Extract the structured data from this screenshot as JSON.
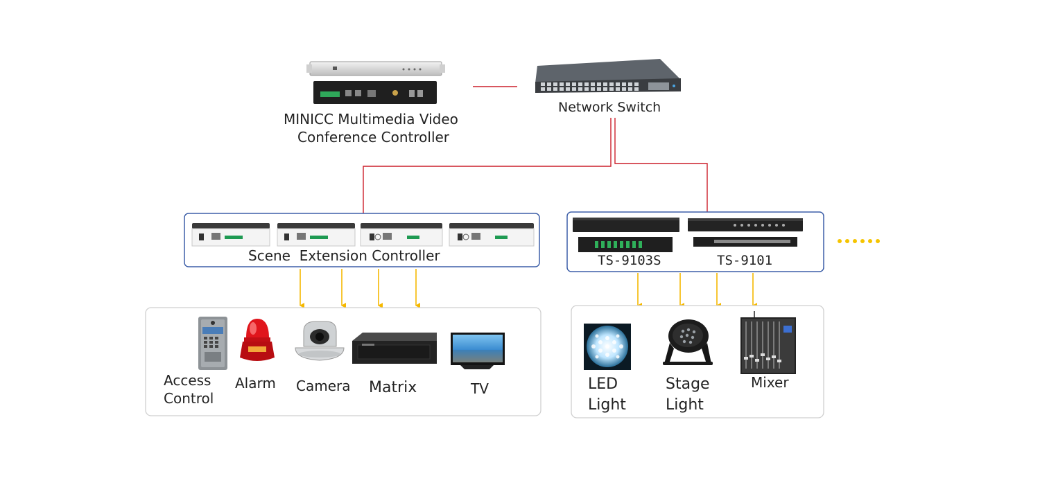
{
  "colors": {
    "connector": "#cc1f2a",
    "signal_arrow": "#f5b800",
    "group_border_blue": "#3d5fa8",
    "group_border_gray": "#cfcfcf",
    "device_dark": "#2a2a2a",
    "ellipsis": "#f5c400"
  },
  "nodes": {
    "controller": {
      "line1": "MINICC Multimedia Video",
      "line2": "Conference Controller"
    },
    "switch": {
      "label": "Network Switch"
    },
    "scene_group": {
      "label": "Scene  Extension Controller"
    },
    "ts_group": {
      "label_left": "TS-9103S",
      "label_right": "TS-9101"
    },
    "more": {
      "symbol": "••••••"
    }
  },
  "devices_left": [
    {
      "line1": "Access",
      "line2": "Control",
      "icon": "access-control-panel-icon"
    },
    {
      "line1": "Alarm",
      "icon": "alarm-beacon-icon"
    },
    {
      "line1": "Camera",
      "icon": "ptz-camera-icon"
    },
    {
      "line1": "Matrix",
      "icon": "matrix-switcher-icon"
    },
    {
      "line1": "TV",
      "icon": "tv-icon"
    }
  ],
  "devices_right": [
    {
      "line1": "LED",
      "line2": "Light",
      "icon": "led-light-icon"
    },
    {
      "line1": "Stage",
      "line2": "Light",
      "icon": "stage-light-icon"
    },
    {
      "line1": "Mixer",
      "icon": "audio-mixer-icon"
    }
  ]
}
